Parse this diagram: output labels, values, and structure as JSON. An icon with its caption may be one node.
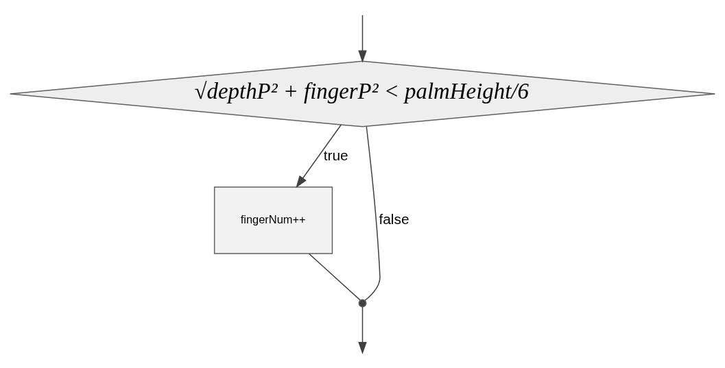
{
  "diagram": {
    "nodes": [
      {
        "text": [
          "√depthP² + fingerP² < palmHeight/6"
        ]
      },
      {
        "text": [
          "fingerNum++"
        ]
      },
      {
        "text": [],
        "shape": "circle"
      }
    ],
    "edges": [
      {
        "from": null,
        "to": 0,
        "arrow": "to"
      },
      {
        "from": 0,
        "to": 1,
        "label": "true",
        "arrow": "to"
      },
      {
        "from": 0,
        "to": 2,
        "label": "false",
        "arrow": "none"
      },
      {
        "from": 1,
        "to": 2,
        "arrow": "none"
      },
      {
        "from": 2,
        "to": null,
        "arrow": "to"
      }
    ]
  }
}
